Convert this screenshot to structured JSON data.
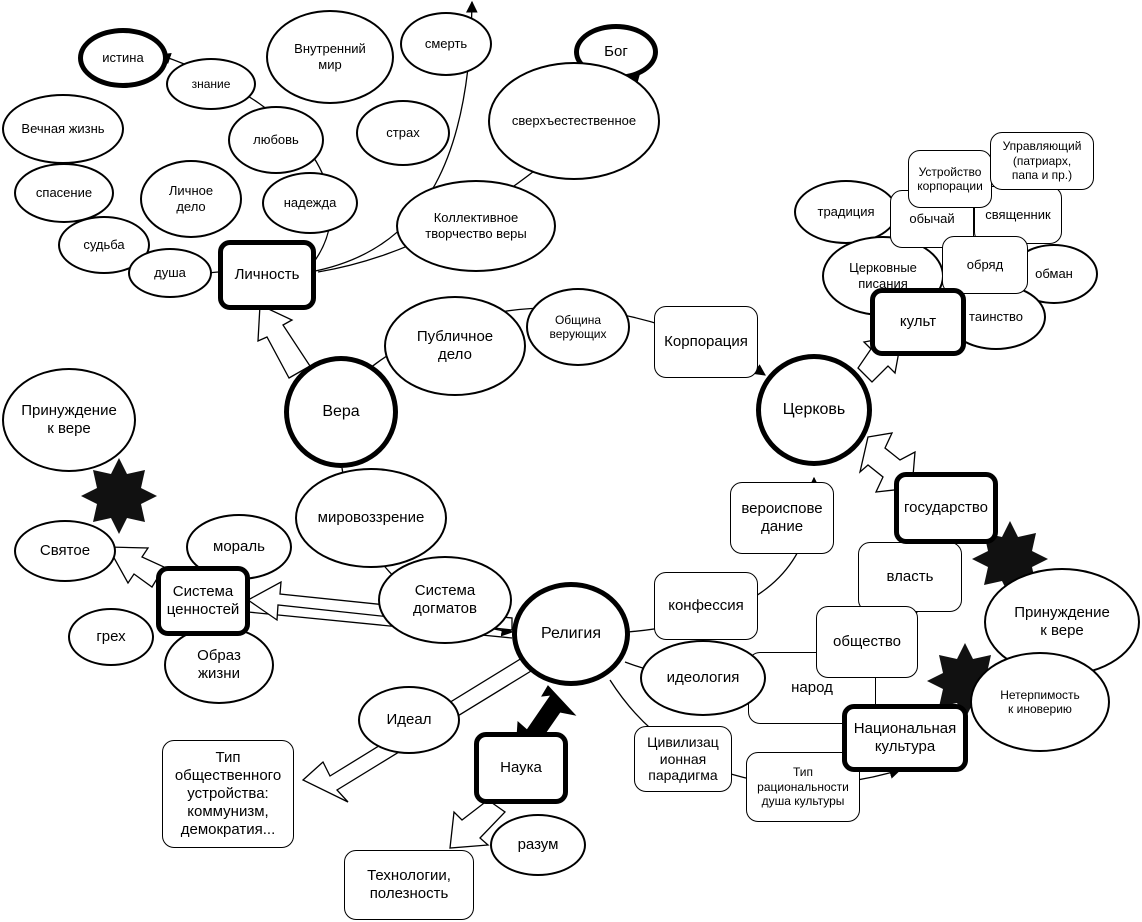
{
  "diagram": {
    "nodes": {
      "istina": "истина",
      "znanie": "знание",
      "vnutrenniy_mir": "Внутренний\nмир",
      "smert": "смерть",
      "bog": "Бог",
      "vechnaya_zhizn": "Вечная жизнь",
      "lyubov": "любовь",
      "strakh": "страх",
      "sverkhestestvennoe": "сверхъестественное",
      "spasenie": "спасение",
      "lichnoe_delo": "Личное\nдело",
      "nadezhda": "надежда",
      "kollektivnoe": "Коллективное\nтворчество веры",
      "sudba": "судьба",
      "dusha": "душа",
      "lichnost": "Личность",
      "publichnoe_delo": "Публичное\nдело",
      "obshchina": "Община\nверующих",
      "korporatsiya": "Корпорация",
      "vera": "Вера",
      "prinuzhdenie_left": "Принуждение\nк вере",
      "mirovozzrenie": "мировоззрение",
      "svyatoe": "Святое",
      "moral": "мораль",
      "sistema_tsennostey": "Система\nценностей",
      "sistema_dogmatov": "Система\nдогматов",
      "grekh": "грех",
      "obraz_zhizni": "Образ\nжизни",
      "religiya": "Религия",
      "ideal": "Идеал",
      "tip_ustroystva": "Тип\nобщественного\nустройства:\nкоммунизм,\nдемократия...",
      "nauka": "Наука",
      "razum": "разум",
      "tekhnologii": "Технологии,\nполезность",
      "tsivilizats": "Цивилизац\nионная\nпарадигма",
      "konfessiya": "конфессия",
      "ideologiya": "идеология",
      "narod": "народ",
      "obshchestvo": "общество",
      "vlast": "власть",
      "veroispovedanie": "вероиспове\nдание",
      "tserkov": "Церковь",
      "gosudarstvo": "государство",
      "prinuzhdenie_right": "Принуждение\nк вере",
      "neterpimost": "Нетерпимость\nк иноверию",
      "natsionalnaya": "Национальная\nкультура",
      "tip_ratsionalnosti": "Тип\nрациональности\nдуша культуры",
      "kult": "культ",
      "traditsiya": "традиция",
      "obychay": "обычай",
      "ustroystvo": "Устройство\nкорпорации",
      "upravlyayushchiy": "Управляющий\n(патриарх,\nпапа и пр.)",
      "svyashchennik": "священник",
      "tserkovnye_pisaniya": "Церковные\nписания",
      "obryad": "обряд",
      "obman": "обман",
      "tainstvo": "таинство"
    }
  }
}
